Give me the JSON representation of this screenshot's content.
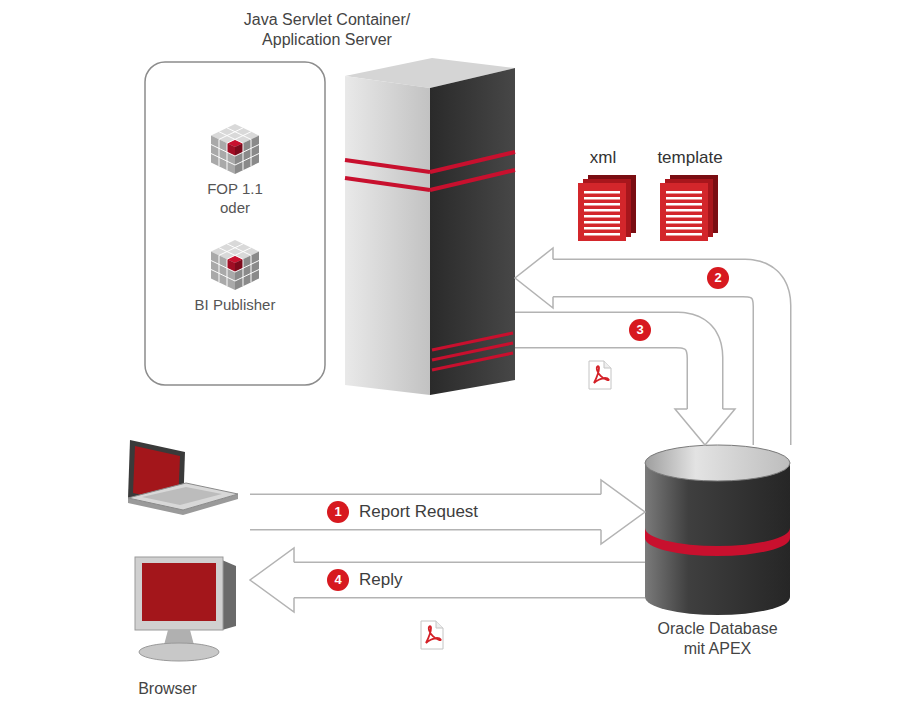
{
  "diagram": {
    "nodes": [
      {
        "text": [
          "Java Servlet Container/ Application Server"
        ]
      },
      {
        "text": [
          "FOP 1.1 oder"
        ]
      },
      {
        "text": [
          "BI Publisher"
        ]
      },
      {
        "text": [
          "Browser"
        ]
      },
      {
        "text": [
          "Oracle Database mit APEX"
        ]
      }
    ],
    "edges": [
      {
        "from": 3,
        "to": 4,
        "arrow": "to",
        "label": "Report Request"
      },
      {
        "from": 4,
        "to": 0,
        "arrow": "to"
      },
      {
        "from": 0,
        "to": 4,
        "arrow": "to"
      },
      {
        "from": 4,
        "to": 3,
        "arrow": "to",
        "label": "Reply"
      }
    ],
    "labels": [
      "xml",
      "template",
      "2",
      "3",
      "1",
      "4"
    ]
  }
}
